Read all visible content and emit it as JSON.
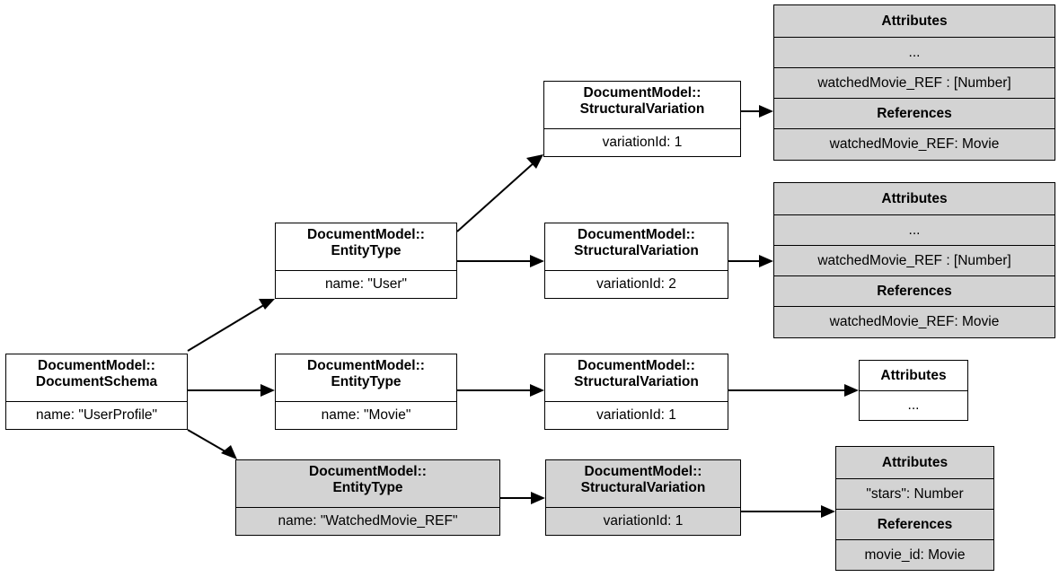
{
  "diagram": {
    "type": "uml-object-diagram",
    "title": "",
    "colors": {
      "fill_white": "#ffffff",
      "fill_gray": "#d3d3d3",
      "stroke": "#000000"
    },
    "nodes": {
      "document_schema": {
        "title_line1": "DocumentModel::",
        "title_line2": "DocumentSchema",
        "attr1": "name: \"UserProfile\""
      },
      "entity_user": {
        "title_line1": "DocumentModel::",
        "title_line2": "EntityType",
        "attr1": "name: \"User\""
      },
      "entity_movie": {
        "title_line1": "DocumentModel::",
        "title_line2": "EntityType",
        "attr1": "name: \"Movie\""
      },
      "entity_watchedmovie_ref": {
        "title_line1": "DocumentModel::",
        "title_line2": "EntityType",
        "attr1": "name: \"WatchedMovie_REF\""
      },
      "variation_user_1": {
        "title_line1": "DocumentModel::",
        "title_line2": "StructuralVariation",
        "attr1": "variationId: 1"
      },
      "variation_user_2": {
        "title_line1": "DocumentModel::",
        "title_line2": "StructuralVariation",
        "attr1": "variationId: 2"
      },
      "variation_movie_1": {
        "title_line1": "DocumentModel::",
        "title_line2": "StructuralVariation",
        "attr1": "variationId: 1"
      },
      "variation_ref_1": {
        "title_line1": "DocumentModel::",
        "title_line2": "StructuralVariation",
        "attr1": "variationId: 1"
      },
      "details_user_1": {
        "attributes_header": "Attributes",
        "attr_ellipsis": "...",
        "attr_watched": "watchedMovie_REF : [Number]",
        "references_header": "References",
        "ref_watched": "watchedMovie_REF: Movie"
      },
      "details_user_2": {
        "attributes_header": "Attributes",
        "attr_ellipsis": "...",
        "attr_watched": "watchedMovie_REF : [Number]",
        "references_header": "References",
        "ref_watched": "watchedMovie_REF: Movie"
      },
      "details_movie_1": {
        "attributes_header": "Attributes",
        "attr_ellipsis": "..."
      },
      "details_ref_1": {
        "attributes_header": "Attributes",
        "attr_stars": "\"stars\": Number",
        "references_header": "References",
        "ref_movie_id": "movie_id: Movie"
      }
    },
    "edges": [
      {
        "from": "document_schema",
        "to": "entity_user",
        "arrow": "solid-filled"
      },
      {
        "from": "document_schema",
        "to": "entity_movie",
        "arrow": "solid-filled"
      },
      {
        "from": "document_schema",
        "to": "entity_watchedmovie_ref",
        "arrow": "solid-filled"
      },
      {
        "from": "entity_user",
        "to": "variation_user_1",
        "arrow": "solid-filled"
      },
      {
        "from": "entity_user",
        "to": "variation_user_2",
        "arrow": "solid-filled"
      },
      {
        "from": "entity_movie",
        "to": "variation_movie_1",
        "arrow": "solid-filled"
      },
      {
        "from": "entity_watchedmovie_ref",
        "to": "variation_ref_1",
        "arrow": "solid-filled"
      },
      {
        "from": "variation_user_1",
        "to": "details_user_1",
        "arrow": "solid-filled"
      },
      {
        "from": "variation_user_2",
        "to": "details_user_2",
        "arrow": "solid-filled"
      },
      {
        "from": "variation_movie_1",
        "to": "details_movie_1",
        "arrow": "solid-filled"
      },
      {
        "from": "variation_ref_1",
        "to": "details_ref_1",
        "arrow": "solid-filled"
      }
    ]
  }
}
